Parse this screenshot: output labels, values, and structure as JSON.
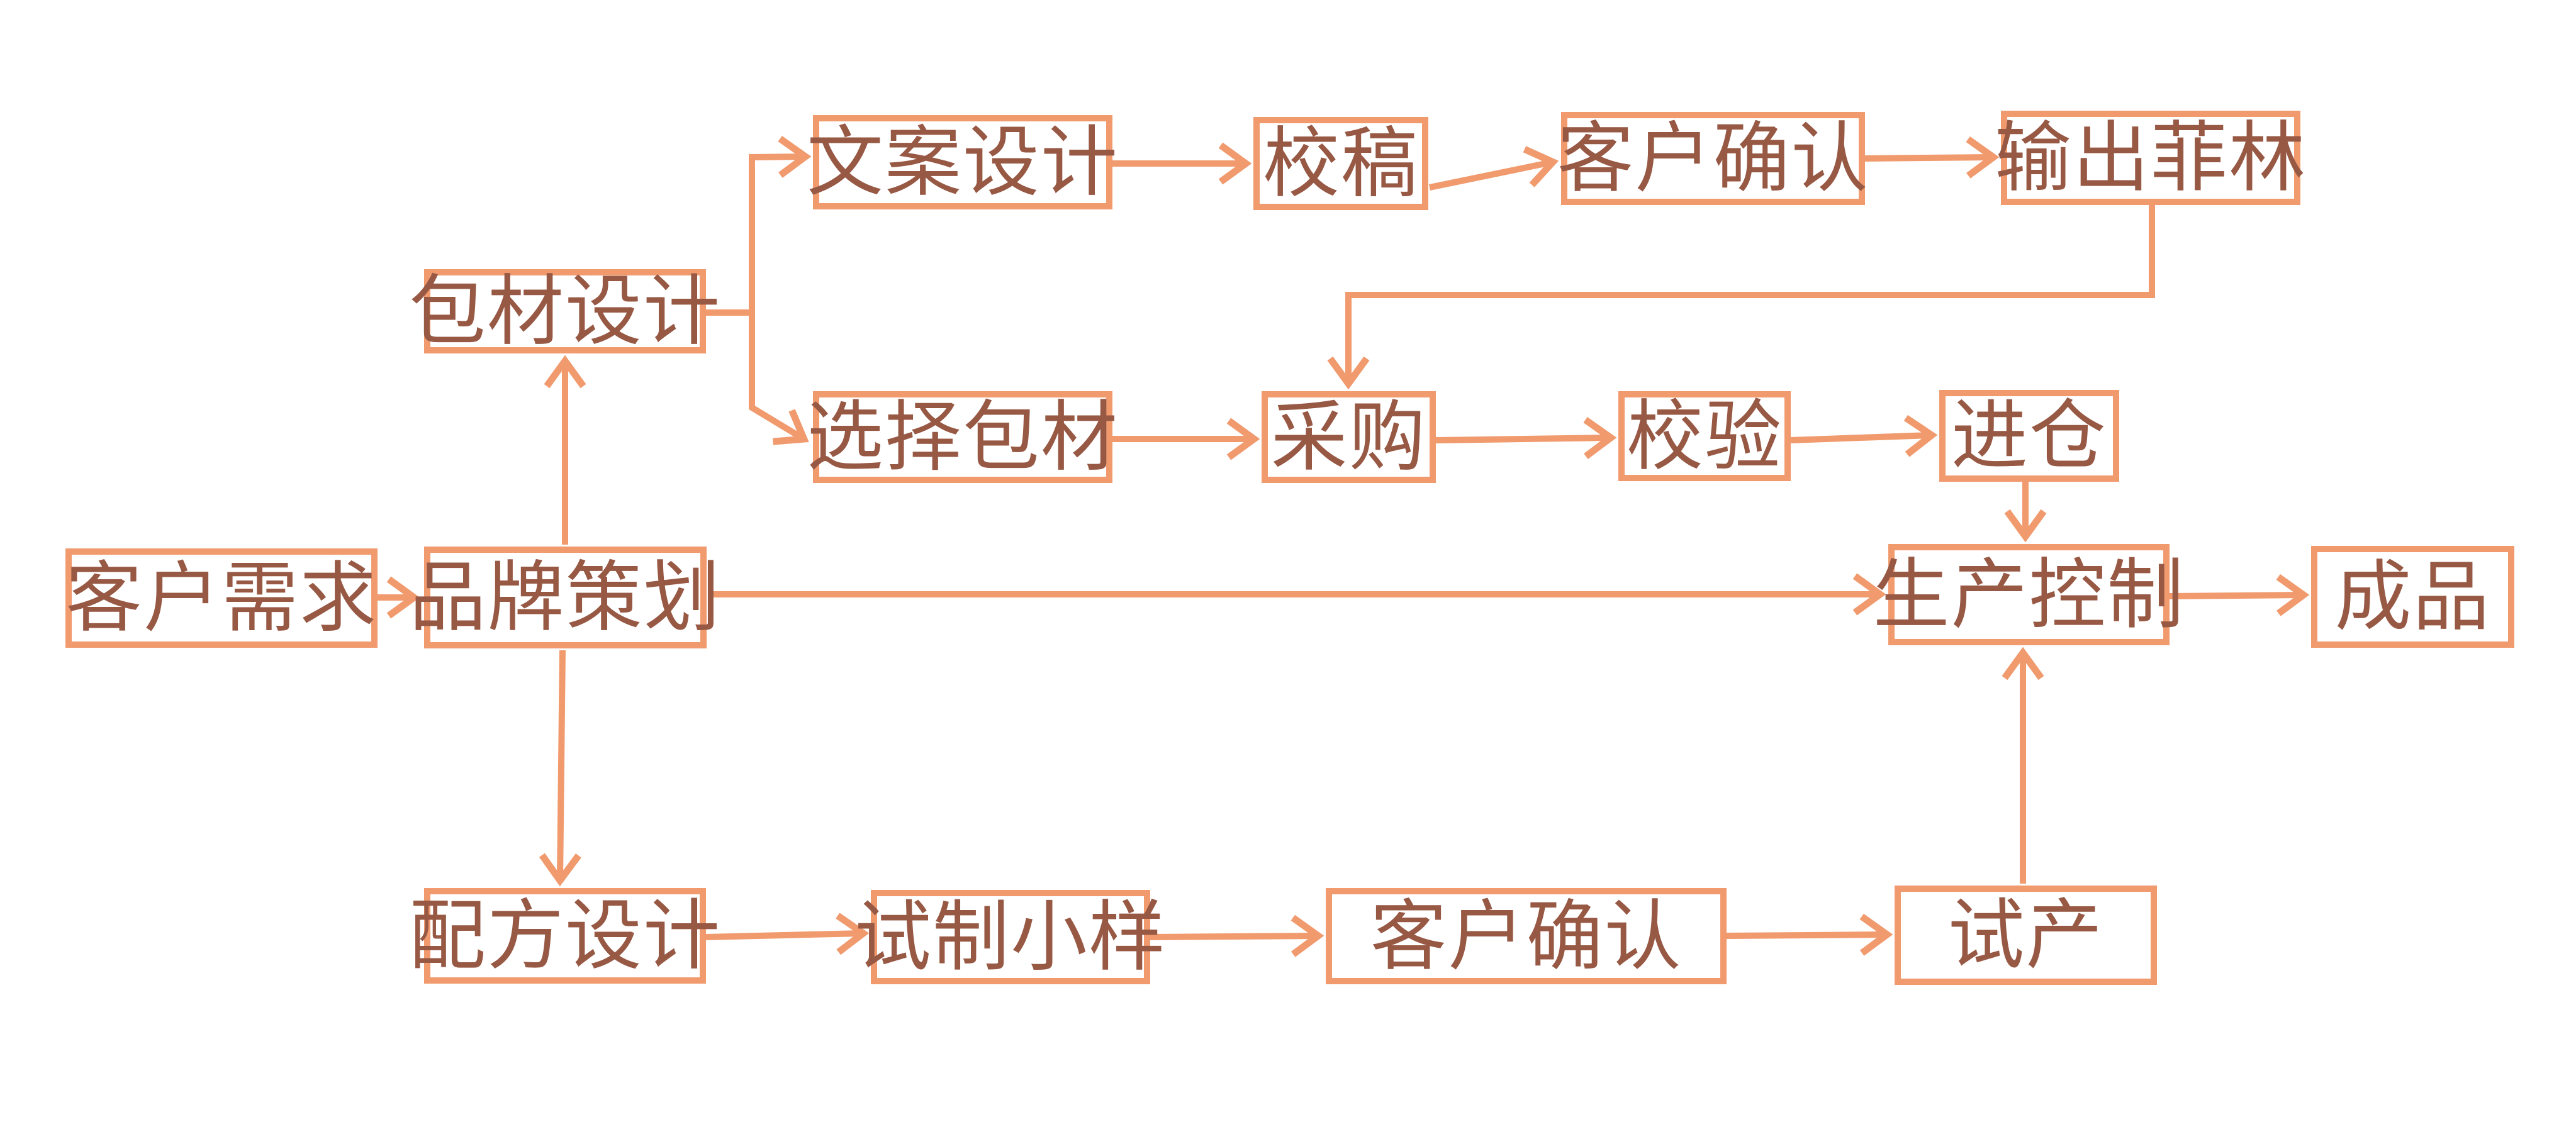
{
  "colors": {
    "line_color": "#F09A6E",
    "text_color": "#975844",
    "bg_color": "#FFFFFF"
  },
  "nodes": {
    "customer_needs": {
      "label": "客户需求"
    },
    "brand_planning": {
      "label": "品牌策划"
    },
    "packaging_design": {
      "label": "包材设计"
    },
    "copy_design": {
      "label": "文案设计"
    },
    "proofreading": {
      "label": "校稿"
    },
    "client_confirm_top": {
      "label": "客户确认"
    },
    "output_film": {
      "label": "输出菲林"
    },
    "select_packaging": {
      "label": "选择包材"
    },
    "purchasing": {
      "label": "采购"
    },
    "inspection": {
      "label": "校验"
    },
    "warehousing": {
      "label": "进仓"
    },
    "production_control": {
      "label": "生产控制"
    },
    "finished_product": {
      "label": "成品"
    },
    "formula_design": {
      "label": "配方设计"
    },
    "trial_sample": {
      "label": "试制小样"
    },
    "client_confirm_bottom": {
      "label": "客户确认"
    },
    "trial_production": {
      "label": "试产"
    }
  },
  "edges": [
    {
      "from": "customer_needs",
      "to": "brand_planning"
    },
    {
      "from": "brand_planning",
      "to": "packaging_design"
    },
    {
      "from": "brand_planning",
      "to": "formula_design"
    },
    {
      "from": "brand_planning",
      "to": "production_control"
    },
    {
      "from": "packaging_design",
      "to": "copy_design"
    },
    {
      "from": "packaging_design",
      "to": "select_packaging"
    },
    {
      "from": "copy_design",
      "to": "proofreading"
    },
    {
      "from": "proofreading",
      "to": "client_confirm_top"
    },
    {
      "from": "client_confirm_top",
      "to": "output_film"
    },
    {
      "from": "output_film",
      "to": "purchasing"
    },
    {
      "from": "select_packaging",
      "to": "purchasing"
    },
    {
      "from": "purchasing",
      "to": "inspection"
    },
    {
      "from": "inspection",
      "to": "warehousing"
    },
    {
      "from": "warehousing",
      "to": "production_control"
    },
    {
      "from": "production_control",
      "to": "finished_product"
    },
    {
      "from": "formula_design",
      "to": "trial_sample"
    },
    {
      "from": "trial_sample",
      "to": "client_confirm_bottom"
    },
    {
      "from": "client_confirm_bottom",
      "to": "trial_production"
    },
    {
      "from": "trial_production",
      "to": "production_control"
    }
  ]
}
